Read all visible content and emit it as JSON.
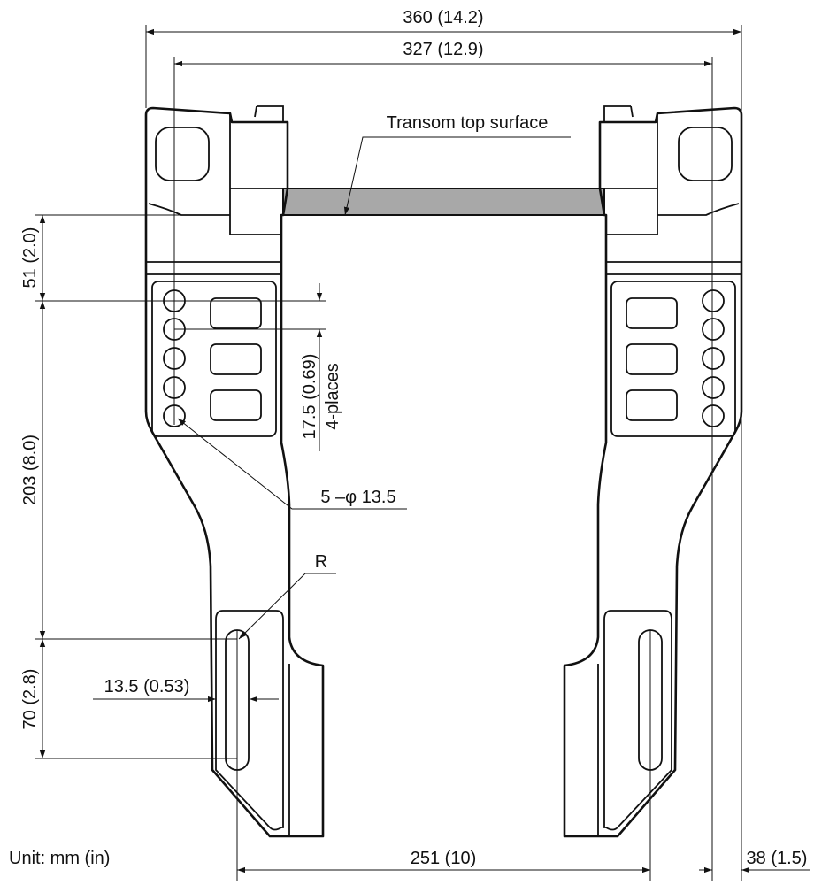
{
  "dimensions": {
    "overall_width": "360 (14.2)",
    "hole_pitch_width": "327 (12.9)",
    "top_offset": "51 (2.0)",
    "panel_height": "203 (8.0)",
    "slot_length": "70 (2.8)",
    "hole_spacing": "17.5 (0.69)",
    "hole_spacing_note": "4-places",
    "hole_spec": "5 –φ 13.5",
    "radius": "R",
    "slot_width": "13.5 (0.53)",
    "slot_pitch": "251 (10)",
    "edge_offset": "38 (1.5)"
  },
  "annotations": {
    "transom": "Transom top surface",
    "unit": "Unit: mm (in)"
  },
  "colors": {
    "line": "#111111",
    "transom_fill": "#a8a8a8"
  }
}
